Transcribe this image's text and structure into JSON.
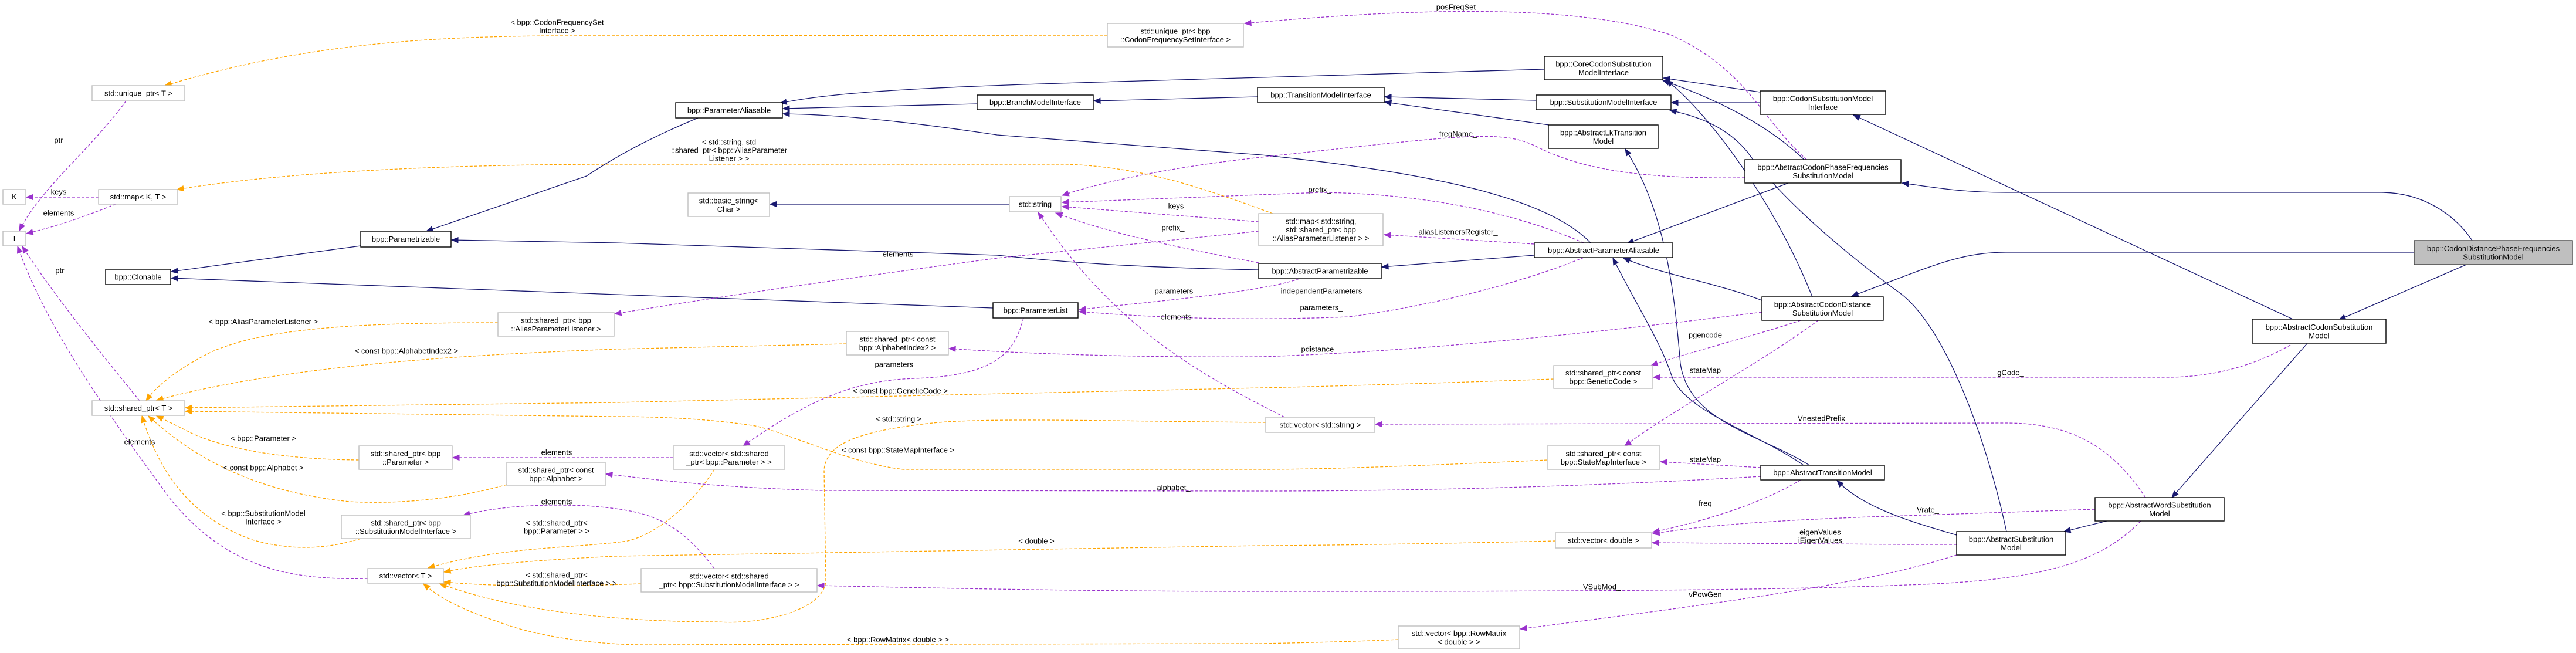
{
  "colors": {
    "inherit": "#191970",
    "member": "#9a32cd",
    "template": "#ffa500",
    "focus_fill": "#bfbfbf"
  },
  "nodes": [
    {
      "id": "target",
      "kind": "focus",
      "lines": [
        "bpp::CodonDistancePhaseFrequencies",
        "SubstitutionModel"
      ]
    },
    {
      "id": "acsm",
      "kind": "class",
      "lines": [
        "bpp::AbstractCodonSubstitution",
        "Model"
      ]
    },
    {
      "id": "awsm",
      "kind": "class",
      "lines": [
        "bpp::AbstractWordSubstitution",
        "Model"
      ]
    },
    {
      "id": "asm",
      "kind": "class",
      "lines": [
        "bpp::AbstractSubstitution",
        "Model"
      ]
    },
    {
      "id": "atm",
      "kind": "class",
      "lines": [
        "bpp::AbstractTransitionModel"
      ]
    },
    {
      "id": "acdsm",
      "kind": "class",
      "lines": [
        "bpp::AbstractCodonDistance",
        "SubstitutionModel"
      ]
    },
    {
      "id": "acpfsm",
      "kind": "class",
      "lines": [
        "bpp::AbstractCodonPhaseFrequencies",
        "SubstitutionModel"
      ]
    },
    {
      "id": "csmi",
      "kind": "class",
      "lines": [
        "bpp::CodonSubstitutionModel",
        "Interface"
      ]
    },
    {
      "id": "ccsmi",
      "kind": "class",
      "lines": [
        "bpp::CoreCodonSubstitution",
        "ModelInterface"
      ]
    },
    {
      "id": "smi",
      "kind": "class",
      "lines": [
        "bpp::SubstitutionModelInterface"
      ]
    },
    {
      "id": "altm",
      "kind": "class",
      "lines": [
        "bpp::AbstractLkTransition",
        "Model"
      ]
    },
    {
      "id": "apa",
      "kind": "class",
      "lines": [
        "bpp::AbstractParameterAliasable"
      ]
    },
    {
      "id": "apz",
      "kind": "class",
      "lines": [
        "bpp::AbstractParametrizable"
      ]
    },
    {
      "id": "tmi",
      "kind": "class",
      "lines": [
        "bpp::TransitionModelInterface"
      ]
    },
    {
      "id": "bmi",
      "kind": "class",
      "lines": [
        "bpp::BranchModelInterface"
      ]
    },
    {
      "id": "pa",
      "kind": "class",
      "lines": [
        "bpp::ParameterAliasable"
      ]
    },
    {
      "id": "pz",
      "kind": "class",
      "lines": [
        "bpp::Parametrizable"
      ]
    },
    {
      "id": "cl",
      "kind": "class",
      "lines": [
        "bpp::Clonable"
      ]
    },
    {
      "id": "pl",
      "kind": "class",
      "lines": [
        "bpp::ParameterList"
      ]
    },
    {
      "id": "str",
      "kind": "std",
      "lines": [
        "std::string"
      ]
    },
    {
      "id": "bstr",
      "kind": "std",
      "lines": [
        "std::basic_string<",
        "Char >"
      ]
    },
    {
      "id": "mapsal",
      "kind": "std",
      "lines": [
        "std::map< std::string,",
        "std::shared_ptr< bpp",
        "::AliasParameterListener > >"
      ]
    },
    {
      "id": "upcfs",
      "kind": "std",
      "lines": [
        "std::unique_ptr< bpp",
        "::CodonFrequencySetInterface >"
      ]
    },
    {
      "id": "up",
      "kind": "std",
      "lines": [
        "std::unique_ptr< T >"
      ]
    },
    {
      "id": "map",
      "kind": "std",
      "lines": [
        "std::map< K, T >"
      ]
    },
    {
      "id": "K",
      "kind": "std",
      "lines": [
        "K"
      ]
    },
    {
      "id": "T",
      "kind": "std",
      "lines": [
        "T"
      ]
    },
    {
      "id": "sp",
      "kind": "std",
      "lines": [
        "std::shared_ptr< T >"
      ]
    },
    {
      "id": "spapl",
      "kind": "std",
      "lines": [
        "std::shared_ptr< bpp",
        "::AliasParameterListener >"
      ]
    },
    {
      "id": "spai2",
      "kind": "std",
      "lines": [
        "std::shared_ptr< const",
        "bpp::AlphabetIndex2 >"
      ]
    },
    {
      "id": "spgc",
      "kind": "std",
      "lines": [
        "std::shared_ptr< const",
        "bpp::GeneticCode >"
      ]
    },
    {
      "id": "vstr",
      "kind": "std",
      "lines": [
        "std::vector< std::string >"
      ]
    },
    {
      "id": "spsm",
      "kind": "std",
      "lines": [
        "std::shared_ptr< const",
        "bpp::StateMapInterface >"
      ]
    },
    {
      "id": "vspp",
      "kind": "std",
      "lines": [
        "std::vector< std::shared",
        "_ptr< bpp::Parameter > >"
      ]
    },
    {
      "id": "spp",
      "kind": "std",
      "lines": [
        "std::shared_ptr< bpp",
        "::Parameter >"
      ]
    },
    {
      "id": "spa",
      "kind": "std",
      "lines": [
        "std::shared_ptr< const",
        "bpp::Alphabet >"
      ]
    },
    {
      "id": "spsmi",
      "kind": "std",
      "lines": [
        "std::shared_ptr< bpp",
        "::SubstitutionModelInterface >"
      ]
    },
    {
      "id": "vT",
      "kind": "std",
      "lines": [
        "std::vector< T >"
      ]
    },
    {
      "id": "vspsmi",
      "kind": "std",
      "lines": [
        "std::vector< std::shared",
        "_ptr< bpp::SubstitutionModelInterface > >"
      ]
    },
    {
      "id": "vd",
      "kind": "std",
      "lines": [
        "std::vector< double >"
      ]
    },
    {
      "id": "vrm",
      "kind": "std",
      "lines": [
        "std::vector< bpp::RowMatrix",
        "< double > >"
      ]
    }
  ],
  "edges": [
    {
      "from": "target",
      "to": "acpfsm",
      "kind": "inherit",
      "label": []
    },
    {
      "from": "target",
      "to": "acdsm",
      "kind": "inherit",
      "label": []
    },
    {
      "from": "target",
      "to": "acsm",
      "kind": "inherit",
      "label": []
    },
    {
      "from": "acsm",
      "to": "csmi",
      "kind": "inherit",
      "label": []
    },
    {
      "from": "acsm",
      "to": "awsm",
      "kind": "inherit",
      "label": []
    },
    {
      "from": "awsm",
      "to": "asm",
      "kind": "inherit",
      "label": []
    },
    {
      "from": "asm",
      "to": "atm",
      "kind": "inherit",
      "label": []
    },
    {
      "from": "asm",
      "to": "smi",
      "kind": "inherit",
      "label": []
    },
    {
      "from": "atm",
      "to": "altm",
      "kind": "inherit",
      "label": []
    },
    {
      "from": "atm",
      "to": "apa",
      "kind": "inherit",
      "label": []
    },
    {
      "from": "acdsm",
      "to": "ccsmi",
      "kind": "inherit",
      "label": []
    },
    {
      "from": "acdsm",
      "to": "apa",
      "kind": "inherit",
      "label": []
    },
    {
      "from": "acpfsm",
      "to": "ccsmi",
      "kind": "inherit",
      "label": []
    },
    {
      "from": "acpfsm",
      "to": "apa",
      "kind": "inherit",
      "label": []
    },
    {
      "from": "csmi",
      "to": "ccsmi",
      "kind": "inherit",
      "label": []
    },
    {
      "from": "csmi",
      "to": "smi",
      "kind": "inherit",
      "label": []
    },
    {
      "from": "ccsmi",
      "to": "pa",
      "kind": "inherit",
      "label": []
    },
    {
      "from": "smi",
      "to": "tmi",
      "kind": "inherit",
      "label": []
    },
    {
      "from": "altm",
      "to": "tmi",
      "kind": "inherit",
      "label": []
    },
    {
      "from": "tmi",
      "to": "bmi",
      "kind": "inherit",
      "label": []
    },
    {
      "from": "bmi",
      "to": "pa",
      "kind": "inherit",
      "label": []
    },
    {
      "from": "apa",
      "to": "pa",
      "kind": "inherit",
      "label": []
    },
    {
      "from": "apa",
      "to": "apz",
      "kind": "inherit",
      "label": []
    },
    {
      "from": "apz",
      "to": "pz",
      "kind": "inherit",
      "label": []
    },
    {
      "from": "pz",
      "to": "cl",
      "kind": "inherit",
      "label": []
    },
    {
      "from": "pl",
      "to": "cl",
      "kind": "inherit",
      "label": []
    },
    {
      "from": "pa",
      "to": "pz",
      "kind": "inherit",
      "label": []
    },
    {
      "from": "str",
      "to": "bstr",
      "kind": "inherit",
      "label": []
    },
    {
      "from": "up",
      "to": "T",
      "kind": "member",
      "label": [
        "ptr"
      ]
    },
    {
      "from": "map",
      "to": "K",
      "kind": "member",
      "label": [
        "keys"
      ]
    },
    {
      "from": "map",
      "to": "T",
      "kind": "member",
      "label": [
        "elements"
      ]
    },
    {
      "from": "sp",
      "to": "T",
      "kind": "member",
      "label": [
        "ptr"
      ]
    },
    {
      "from": "vT",
      "to": "T",
      "kind": "member",
      "label": [
        "elements"
      ]
    },
    {
      "from": "acpfsm",
      "to": "upcfs",
      "kind": "member",
      "label": [
        "posFreqSet_"
      ]
    },
    {
      "from": "acpfsm",
      "to": "str",
      "kind": "member",
      "label": [
        "freqName_"
      ]
    },
    {
      "from": "apa",
      "to": "str",
      "kind": "member",
      "label": [
        "prefix_"
      ]
    },
    {
      "from": "mapsal",
      "to": "str",
      "kind": "member",
      "label": [
        "keys"
      ]
    },
    {
      "from": "apz",
      "to": "str",
      "kind": "member",
      "label": [
        "prefix_"
      ]
    },
    {
      "from": "apa",
      "to": "mapsal",
      "kind": "member",
      "label": [
        "aliasListenersRegister_"
      ]
    },
    {
      "from": "mapsal",
      "to": "spapl",
      "kind": "member",
      "label": [
        "elements"
      ]
    },
    {
      "from": "apz",
      "to": "pl",
      "kind": "member",
      "label": [
        "parameters_"
      ]
    },
    {
      "from": "apa",
      "to": "pl",
      "kind": "member",
      "label": [
        "independentParameters",
        "_",
        "parameters_"
      ]
    },
    {
      "from": "vstr",
      "to": "str",
      "kind": "member",
      "label": [
        "elements"
      ]
    },
    {
      "from": "pl",
      "to": "vspp",
      "kind": "member",
      "label": [
        "parameters_"
      ]
    },
    {
      "from": "vspp",
      "to": "spp",
      "kind": "member",
      "label": [
        "elements"
      ]
    },
    {
      "from": "atm",
      "to": "spa",
      "kind": "member",
      "label": [
        "alphabet_"
      ]
    },
    {
      "from": "vspsmi",
      "to": "spsmi",
      "kind": "member",
      "label": [
        "elements"
      ]
    },
    {
      "from": "acdsm",
      "to": "spai2",
      "kind": "member",
      "label": [
        "pdistance_"
      ]
    },
    {
      "from": "acdsm",
      "to": "spgc",
      "kind": "member",
      "label": [
        "pgencode_"
      ]
    },
    {
      "from": "acsm",
      "to": "spgc",
      "kind": "member",
      "label": [
        "gCode_"
      ]
    },
    {
      "from": "acdsm",
      "to": "spsm",
      "kind": "member",
      "label": [
        "stateMap_"
      ]
    },
    {
      "from": "atm",
      "to": "spsm",
      "kind": "member",
      "label": [
        "stateMap_"
      ]
    },
    {
      "from": "awsm",
      "to": "vstr",
      "kind": "member",
      "label": [
        "VnestedPrefix_"
      ]
    },
    {
      "from": "atm",
      "to": "vd",
      "kind": "member",
      "label": [
        "freq_"
      ]
    },
    {
      "from": "awsm",
      "to": "vd",
      "kind": "member",
      "label": [
        "Vrate_"
      ]
    },
    {
      "from": "asm",
      "to": "vd",
      "kind": "member",
      "label": [
        "eigenValues_",
        "iEigenValues_"
      ]
    },
    {
      "from": "awsm",
      "to": "vspsmi",
      "kind": "member",
      "label": [
        "VSubMod_"
      ]
    },
    {
      "from": "asm",
      "to": "vrm",
      "kind": "member",
      "label": [
        "vPowGen_"
      ]
    },
    {
      "from": "upcfs",
      "to": "up",
      "kind": "template",
      "label": [
        "< bpp::CodonFrequencySet",
        "Interface >"
      ]
    },
    {
      "from": "mapsal",
      "to": "map",
      "kind": "template",
      "label": [
        "< std::string, std",
        "::shared_ptr< bpp::AliasParameter",
        "Listener > >"
      ]
    },
    {
      "from": "spapl",
      "to": "sp",
      "kind": "template",
      "label": [
        "< bpp::AliasParameterListener >"
      ]
    },
    {
      "from": "spai2",
      "to": "sp",
      "kind": "template",
      "label": [
        "< const bpp::AlphabetIndex2 >"
      ]
    },
    {
      "from": "spgc",
      "to": "sp",
      "kind": "template",
      "label": [
        "< const bpp::GeneticCode >"
      ]
    },
    {
      "from": "spsm",
      "to": "sp",
      "kind": "template",
      "label": [
        "< const bpp::StateMapInterface >"
      ]
    },
    {
      "from": "spp",
      "to": "sp",
      "kind": "template",
      "label": [
        "< bpp::Parameter >"
      ]
    },
    {
      "from": "spa",
      "to": "sp",
      "kind": "template",
      "label": [
        "< const bpp::Alphabet >"
      ]
    },
    {
      "from": "spsmi",
      "to": "sp",
      "kind": "template",
      "label": [
        "< bpp::SubstitutionModel",
        "Interface >"
      ]
    },
    {
      "from": "vspp",
      "to": "vT",
      "kind": "template",
      "label": [
        "< std::shared_ptr<",
        "bpp::Parameter > >"
      ]
    },
    {
      "from": "vspsmi",
      "to": "vT",
      "kind": "template",
      "label": [
        "< std::shared_ptr<",
        "bpp::SubstitutionModelInterface > >"
      ]
    },
    {
      "from": "vstr",
      "to": "vT",
      "kind": "template",
      "label": [
        "< std::string >"
      ]
    },
    {
      "from": "vd",
      "to": "vT",
      "kind": "template",
      "label": [
        "< double >"
      ]
    },
    {
      "from": "vrm",
      "to": "vT",
      "kind": "template",
      "label": [
        "< bpp::RowMatrix< double > >"
      ]
    }
  ]
}
